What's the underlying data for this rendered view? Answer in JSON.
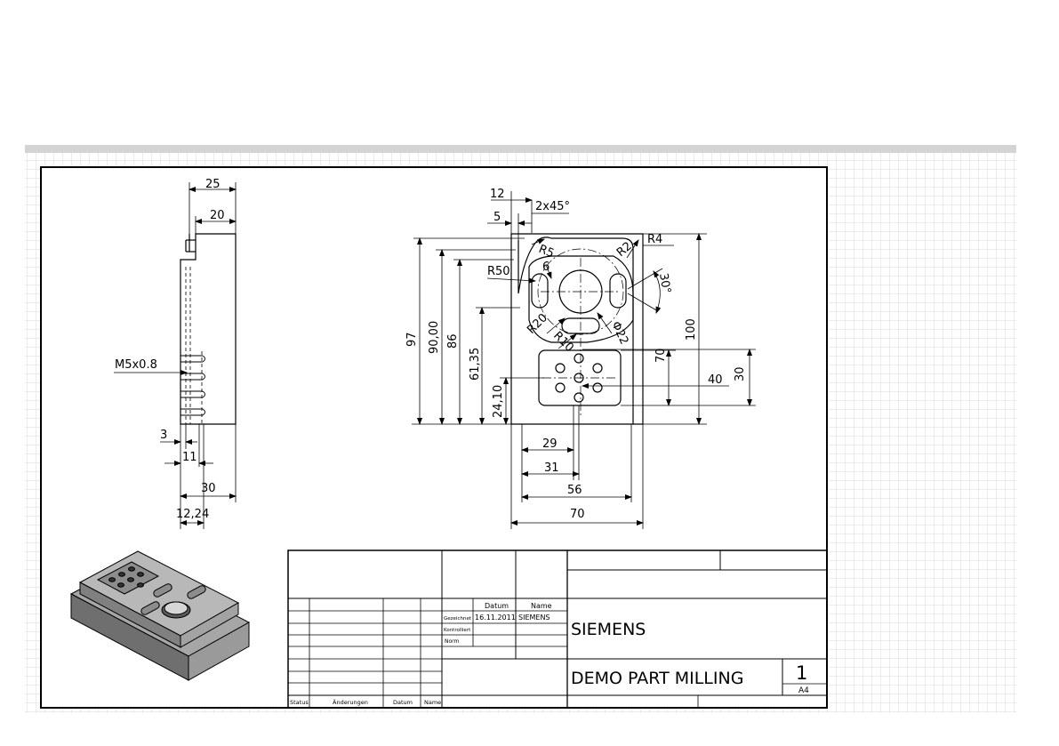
{
  "colors": {
    "background": "#ffffff",
    "grid_line": "#d9d9d9",
    "header_bar": "#d4d4d4",
    "ink": "#000000",
    "part_top": "#b8b8b8",
    "part_side": "#6f6f6f",
    "part_front": "#999999"
  },
  "side_view": {
    "dims": {
      "d25": "25",
      "d20": "20",
      "thread": "M5x0.8",
      "d3": "3",
      "d11": "11",
      "d30": "30",
      "d12_24": "12,24"
    }
  },
  "front_view": {
    "dims": {
      "d12": "12",
      "d5": "5",
      "chamfer": "2x45°",
      "r5": "R5",
      "r4": "R4",
      "r2": "R2",
      "r50": "R50",
      "d6": "6",
      "ang30": "30°",
      "r20": "R20",
      "r10": "R10",
      "phi22": "Φ22",
      "d97": "97",
      "d90": "90,00",
      "d86": "86",
      "d61": "61,35",
      "d24": "24,10",
      "d100": "100",
      "d70v": "70",
      "d40": "40",
      "d30v": "30",
      "d29": "29",
      "d31": "31",
      "d56": "56",
      "d70h": "70"
    }
  },
  "title_block": {
    "col_datum": "Datum",
    "col_name": "Name",
    "row_gezeichnet": "Gezeichnet",
    "row_kontrolliert": "Kontrolliert",
    "row_norm": "Norm",
    "drawn_date": "16.11.2011",
    "drawn_name": "SIEMENS",
    "company": "SIEMENS",
    "title": "DEMO PART MILLING",
    "sheet": "1",
    "format": "A4",
    "footer_status": "Status",
    "footer_changes": "Änderungen",
    "footer_datum": "Datum",
    "footer_name": "Name"
  }
}
